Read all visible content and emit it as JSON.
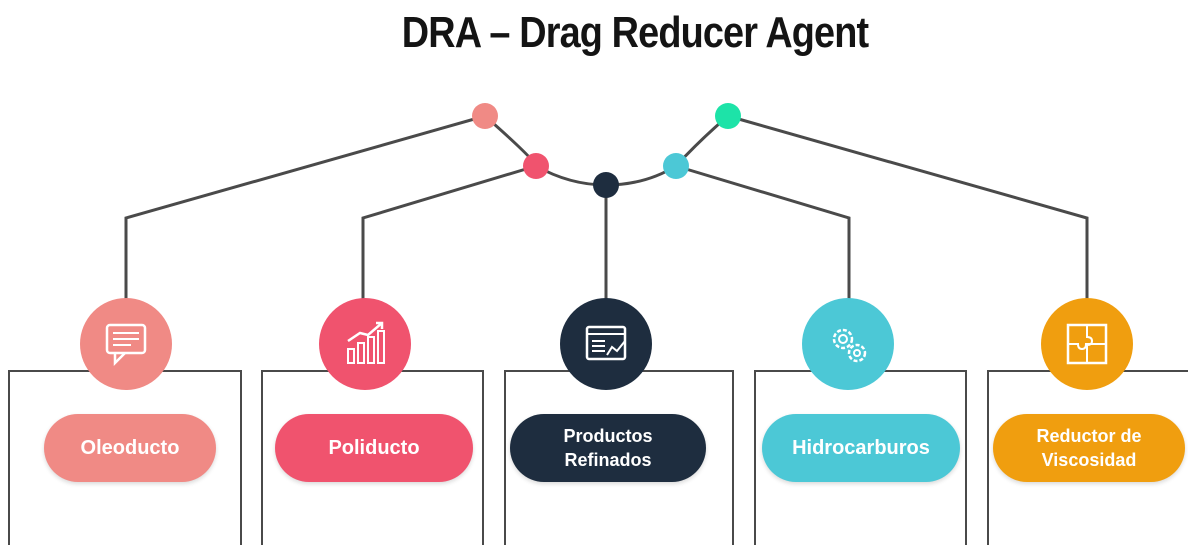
{
  "title": "DRA – Drag Reducer Agent",
  "colors": {
    "salmon": "#F08A85",
    "pink": "#F0536E",
    "navy": "#1E2D3F",
    "cyan": "#4CC8D6",
    "orange": "#F09E0F",
    "mint": "#1DE3A8",
    "line": "#4a4a4a"
  },
  "items": [
    {
      "label": "Oleoducto",
      "icon": "chat-document-icon",
      "color": "#F08A85"
    },
    {
      "label": "Poliducto",
      "icon": "growth-bar-chart-icon",
      "color": "#F0536E"
    },
    {
      "label": "Productos\nRefinados",
      "icon": "browser-analytics-icon",
      "color": "#1E2D3F"
    },
    {
      "label": "Hidrocarburos",
      "icon": "gears-icon",
      "color": "#4CC8D6"
    },
    {
      "label": "Reductor de\nViscosidad",
      "icon": "puzzle-icon",
      "color": "#F09E0F"
    }
  ]
}
